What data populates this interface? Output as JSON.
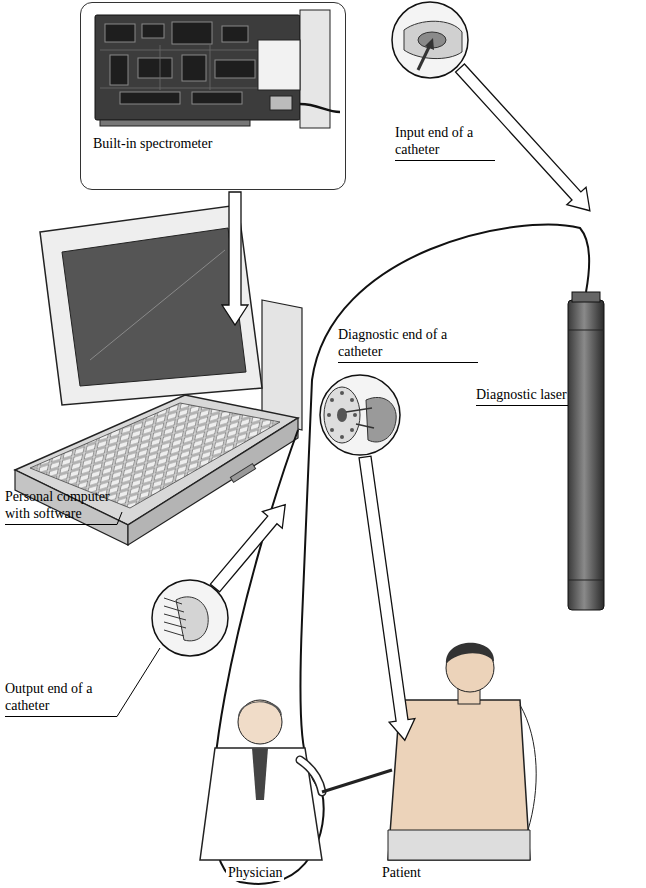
{
  "diagram": {
    "nodes": [
      {
        "text": [
          "Built-in spectrometer"
        ]
      }
    ],
    "labels": [
      "Input end of a catheter",
      "Diagnostic laser",
      "Personal computer with software",
      "Diagnostic end of a catheter",
      "Output end of a catheter",
      "Physician",
      "Patient"
    ]
  }
}
